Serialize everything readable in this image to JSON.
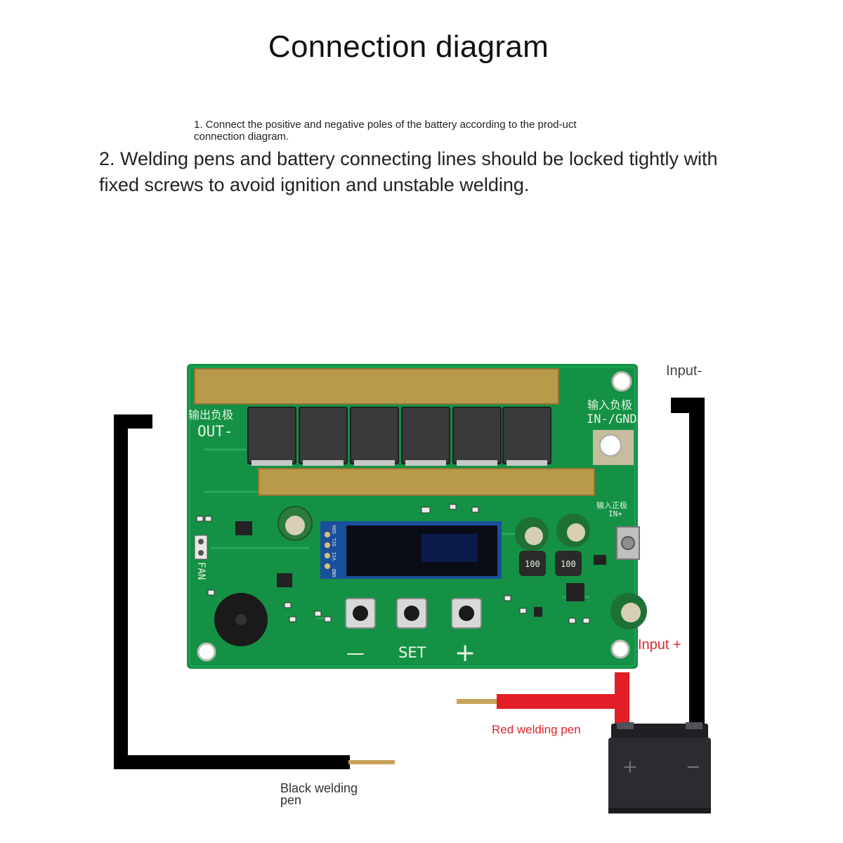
{
  "title": "Connection diagram",
  "notes": {
    "line1": "1. Connect the positive and negative poles of the battery according to the prod-uct connection diagram.",
    "line2": "2. Welding pens and battery connecting lines should be locked tightly with fixed screws to avoid ignition and unstable welding."
  },
  "labels": {
    "input_negative": "Input-",
    "input_positive": "Input +",
    "red_welding_pen": "Red welding pen",
    "black_welding_pen": "Black welding pen"
  },
  "board": {
    "out_cn": "输出负极",
    "out_label": "OUT-",
    "in_cn": "输入负极",
    "in_label": "IN-/GND",
    "in_pos_cn": "输入正极",
    "in_pos_label": "IN+",
    "fan_label": "FAN",
    "oled_pins": [
      "GND",
      "VCC",
      "SCL",
      "SDA"
    ],
    "buttons": [
      "—",
      "SET",
      "+"
    ],
    "inductor_labels": [
      "100",
      "100"
    ]
  },
  "battery": {
    "plus": "+",
    "minus": "−"
  },
  "colors": {
    "pcb_green": "#149145",
    "copper_bar": "#b89a4a",
    "red_wire": "#e11e26",
    "black_wire": "#000000",
    "battery_body": "#2a2c30"
  }
}
